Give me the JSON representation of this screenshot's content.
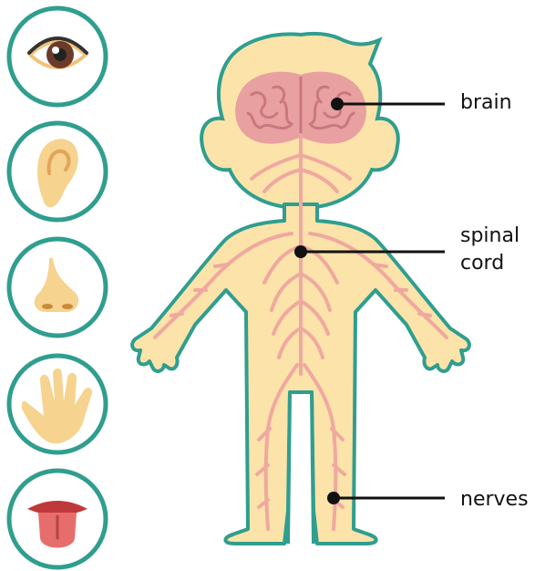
{
  "labels": {
    "brain": "brain",
    "spinal_cord": "spinal\ncord",
    "nerves": "nerves"
  },
  "senses": [
    "eye-icon",
    "ear-icon",
    "nose-icon",
    "hand-icon",
    "tongue-icon"
  ],
  "colors": {
    "outline": "#2f9e8f",
    "skin": "#fbe3a9",
    "skin_dark": "#f2c27a",
    "nerve": "#f0a8a0",
    "brain": "#e8a0a0",
    "brain_lines": "#c9787f",
    "pointer": "#111111"
  }
}
